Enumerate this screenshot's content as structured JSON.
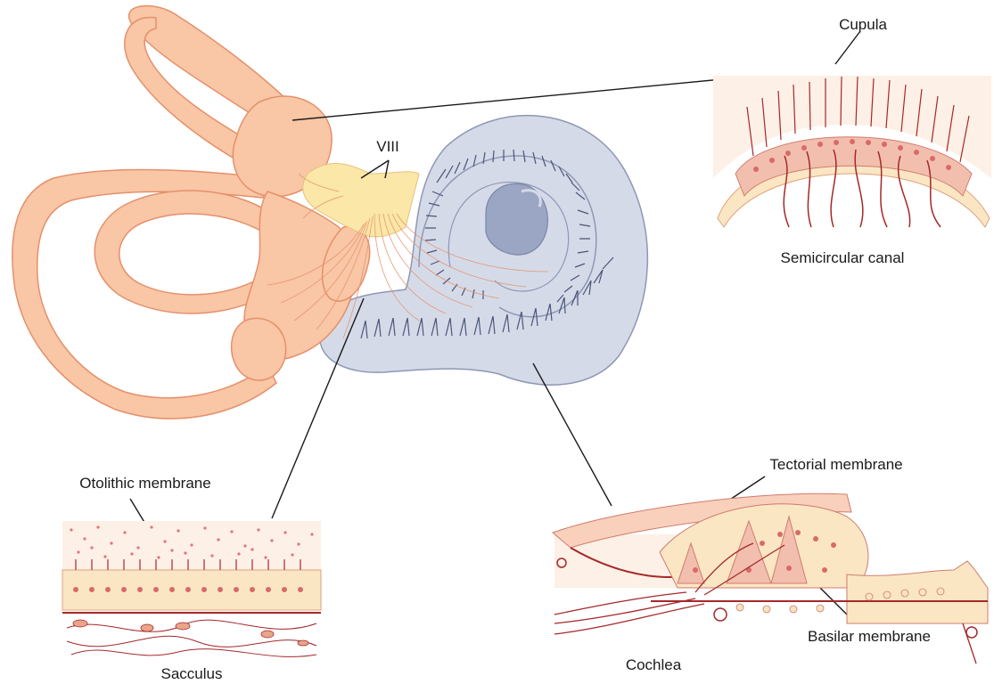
{
  "labels": {
    "cupula": "Cupula",
    "viii": "VIII",
    "semicircular_canal": "Semicircular canal",
    "otolithic_membrane": "Otolithic membrane",
    "sacculus": "Sacculus",
    "tectorial_membrane": "Tectorial membrane",
    "cochlea": "Cochlea",
    "basilar_membrane": "Basilar membrane"
  },
  "colors": {
    "labyrinth_fill": "#f9c6a6",
    "labyrinth_stroke": "#e5906a",
    "nerve_fill": "#fbe7a8",
    "cochlea_fill": "#d5dae8",
    "cochlea_stroke": "#8e97b5",
    "cochlea_core": "#9ba6c5",
    "hair_cell_fill": "#f2bfae",
    "support_fill": "#fbe6c4",
    "nerve_fiber": "#a5282a",
    "otolith_dot": "#e0757a",
    "pointer_line": "#1a1a1a"
  },
  "icons": {
    "ear_overview": "inner-ear-labyrinth",
    "cupula_detail": "crista-ampullaris",
    "sacculus_detail": "macula-sacculi",
    "cochlea_detail": "organ-of-corti"
  }
}
